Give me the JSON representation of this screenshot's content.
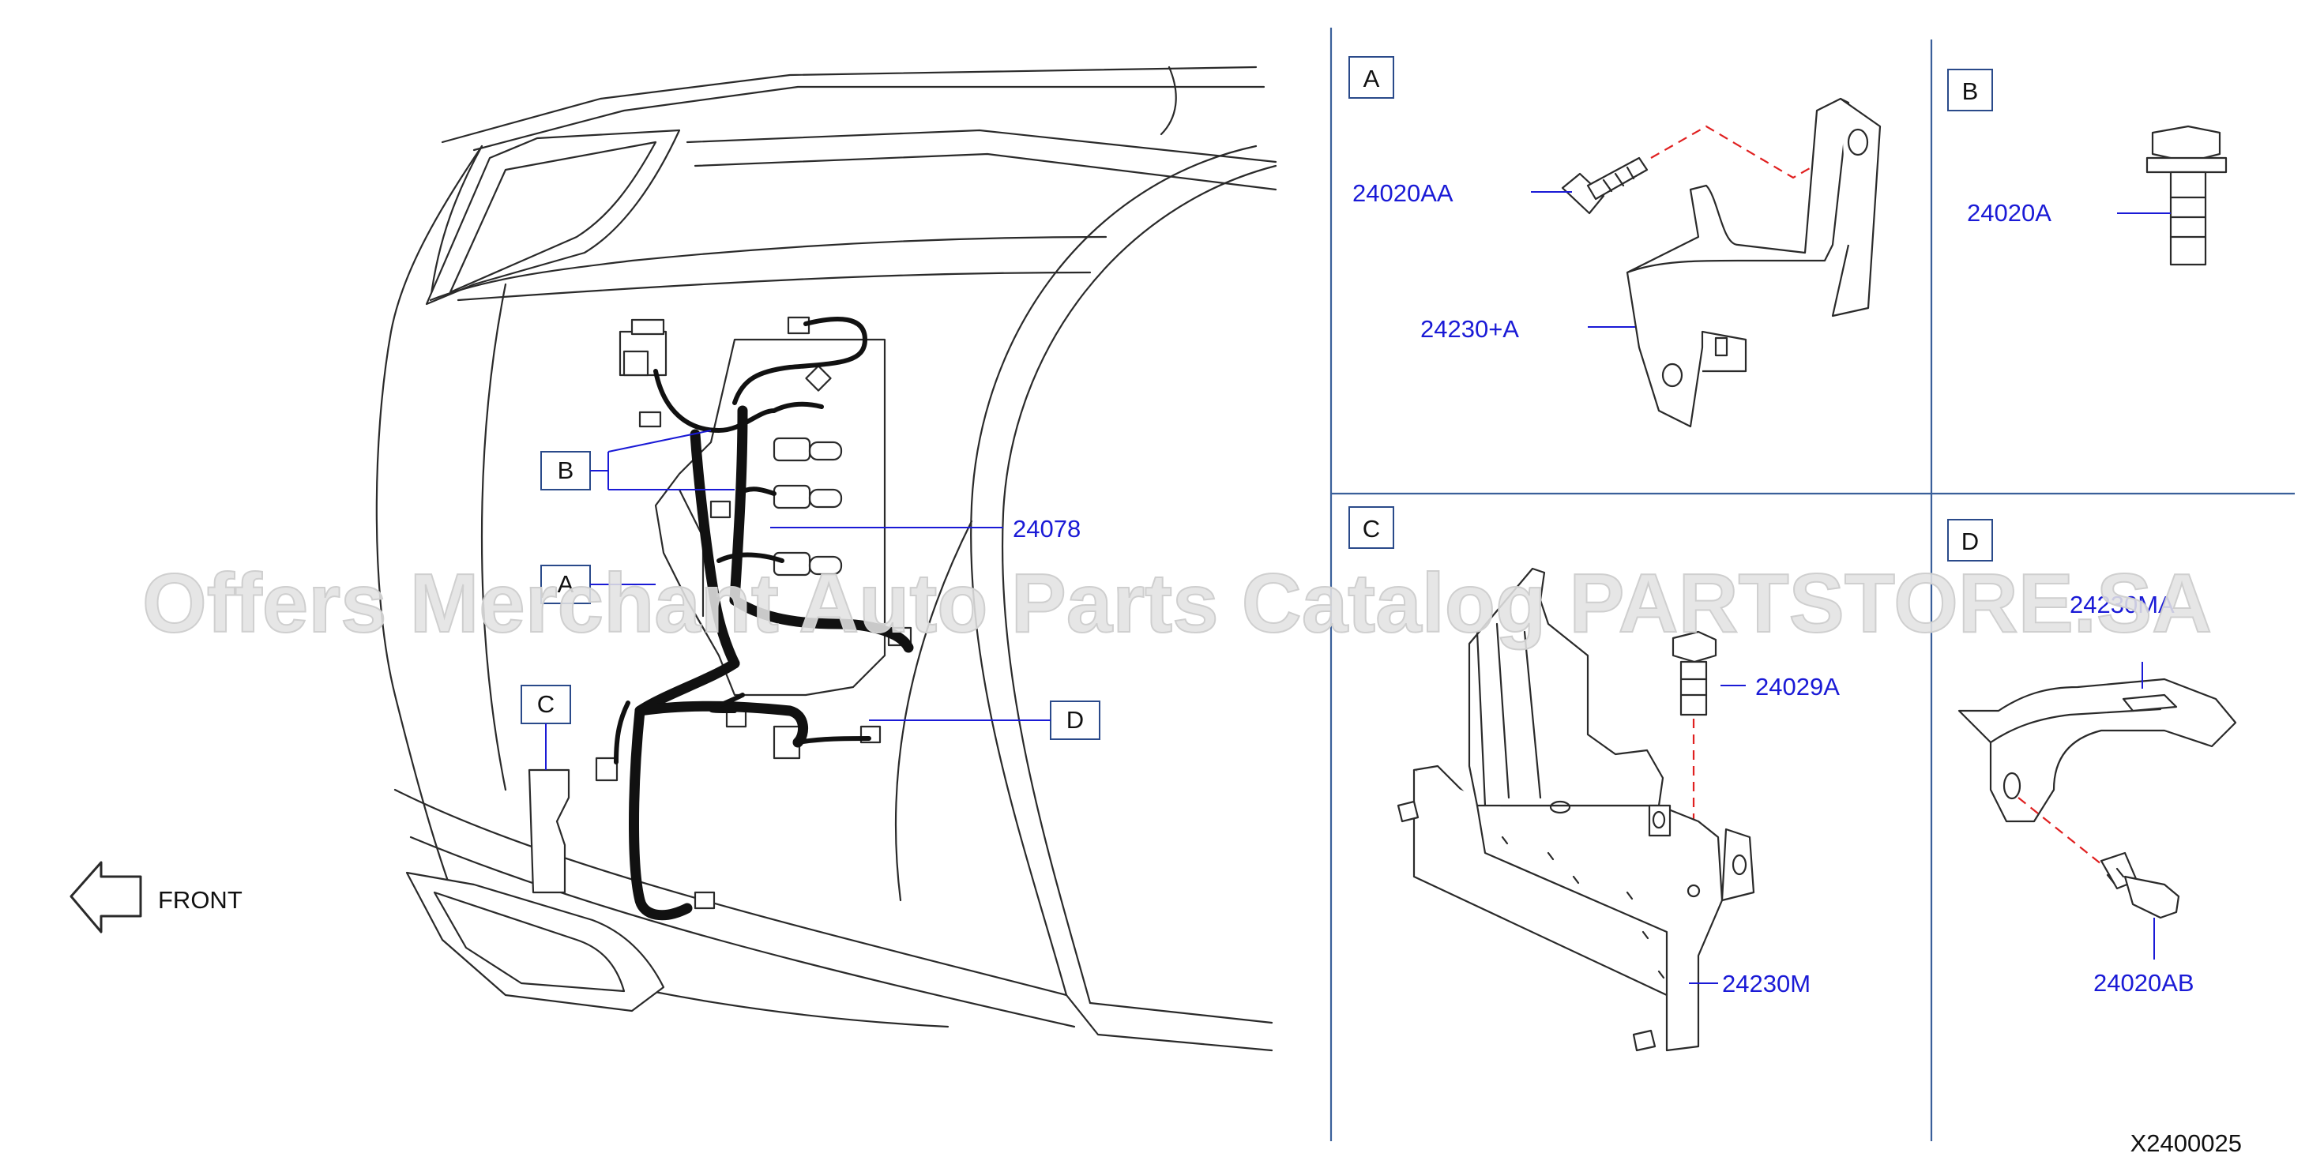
{
  "callouts": {
    "harness": "24078",
    "bolt_a": "24020AA",
    "bracket_a": "24230+A",
    "bolt_b": "24020A",
    "bolt_c": "24029A",
    "bracket_c": "24230M",
    "bracket_d": "24230MA",
    "bolt_d": "24020AB"
  },
  "section_labels": {
    "a": "A",
    "b": "B",
    "c": "C",
    "d": "D"
  },
  "front_label": "FRONT",
  "figure_code": "X2400025",
  "watermark": "Offers Merchant Auto Parts Catalog PARTSTORE.SA",
  "colors": {
    "callout": "#1a1ad6",
    "divider": "#3a5f9a",
    "dashed_leader": "#e02020"
  }
}
